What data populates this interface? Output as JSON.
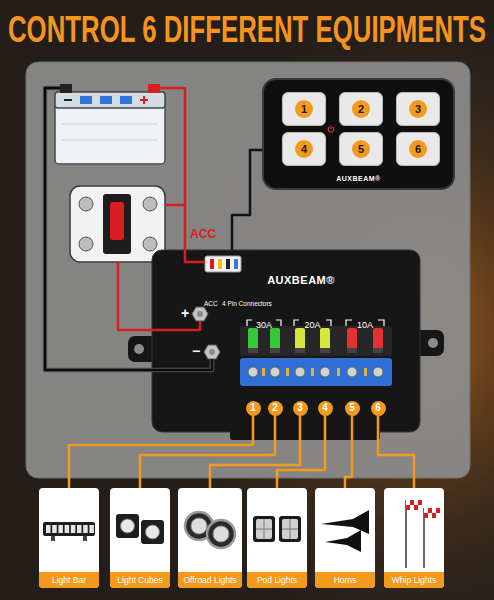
{
  "diagram": {
    "title": "CONTROL 6 DIFFERENT EQUIPMENTS",
    "nodes": [
      {
        "text": [
          "AUXBEAM®"
        ]
      },
      {
        "text": [
          "1"
        ],
        "in": 0
      },
      {
        "text": [
          "2"
        ],
        "in": 0
      },
      {
        "text": [
          "3"
        ],
        "in": 0
      },
      {
        "text": [
          "4"
        ],
        "in": 0
      },
      {
        "text": [
          "5"
        ],
        "in": 0
      },
      {
        "text": [
          "6"
        ],
        "in": 0
      },
      {
        "text": [
          "AUXBEAM®"
        ]
      },
      {
        "text": [
          "1"
        ],
        "in": 7
      },
      {
        "text": [
          "2"
        ],
        "in": 7
      },
      {
        "text": [
          "3"
        ],
        "in": 7
      },
      {
        "text": [
          "4"
        ],
        "in": 7
      },
      {
        "text": [
          "5"
        ],
        "in": 7
      },
      {
        "text": [
          "6"
        ],
        "in": 7
      },
      {
        "text": [
          "Light Bar"
        ]
      },
      {
        "text": [
          "Light Cubes"
        ]
      },
      {
        "text": [
          "Offroad Lights"
        ]
      },
      {
        "text": [
          "Pod Lights"
        ]
      },
      {
        "text": [
          "Horns"
        ]
      },
      {
        "text": [
          "Whip Lights"
        ]
      }
    ],
    "edges": [
      {
        "from": 7,
        "to": 0,
        "arrow": "none"
      },
      {
        "from": 8,
        "to": 14,
        "arrow": "none"
      },
      {
        "from": 9,
        "to": 15,
        "arrow": "none"
      },
      {
        "from": 10,
        "to": 16,
        "arrow": "none"
      },
      {
        "from": 11,
        "to": 17,
        "arrow": "none"
      },
      {
        "from": 12,
        "to": 18,
        "arrow": "none"
      },
      {
        "from": 13,
        "to": 19,
        "arrow": "none"
      }
    ],
    "labels": [
      "ACC",
      "ACC",
      "4 Pin Connectors",
      "30A",
      "20A",
      "10A",
      "+",
      "−"
    ]
  }
}
